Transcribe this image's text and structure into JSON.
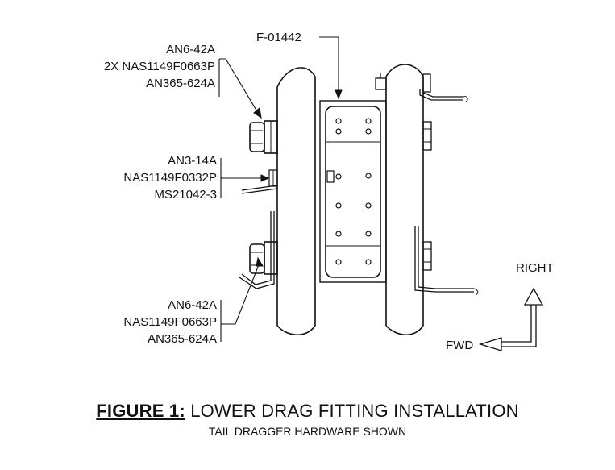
{
  "labels": {
    "part_number": "F-01442",
    "upper_callout": [
      "AN6-42A",
      "2X NAS1149F0663P",
      "AN365-624A"
    ],
    "middle_callout": [
      "AN3-14A",
      "NAS1149F0332P",
      "MS21042-3"
    ],
    "lower_callout": [
      "AN6-42A",
      "NAS1149F0663P",
      "AN365-624A"
    ],
    "direction_right": "RIGHT",
    "direction_fwd": "FWD"
  },
  "caption": {
    "figure_label": "FIGURE 1:",
    "title": "LOWER DRAG FITTING INSTALLATION",
    "subtitle": "TAIL DRAGGER HARDWARE SHOWN"
  }
}
